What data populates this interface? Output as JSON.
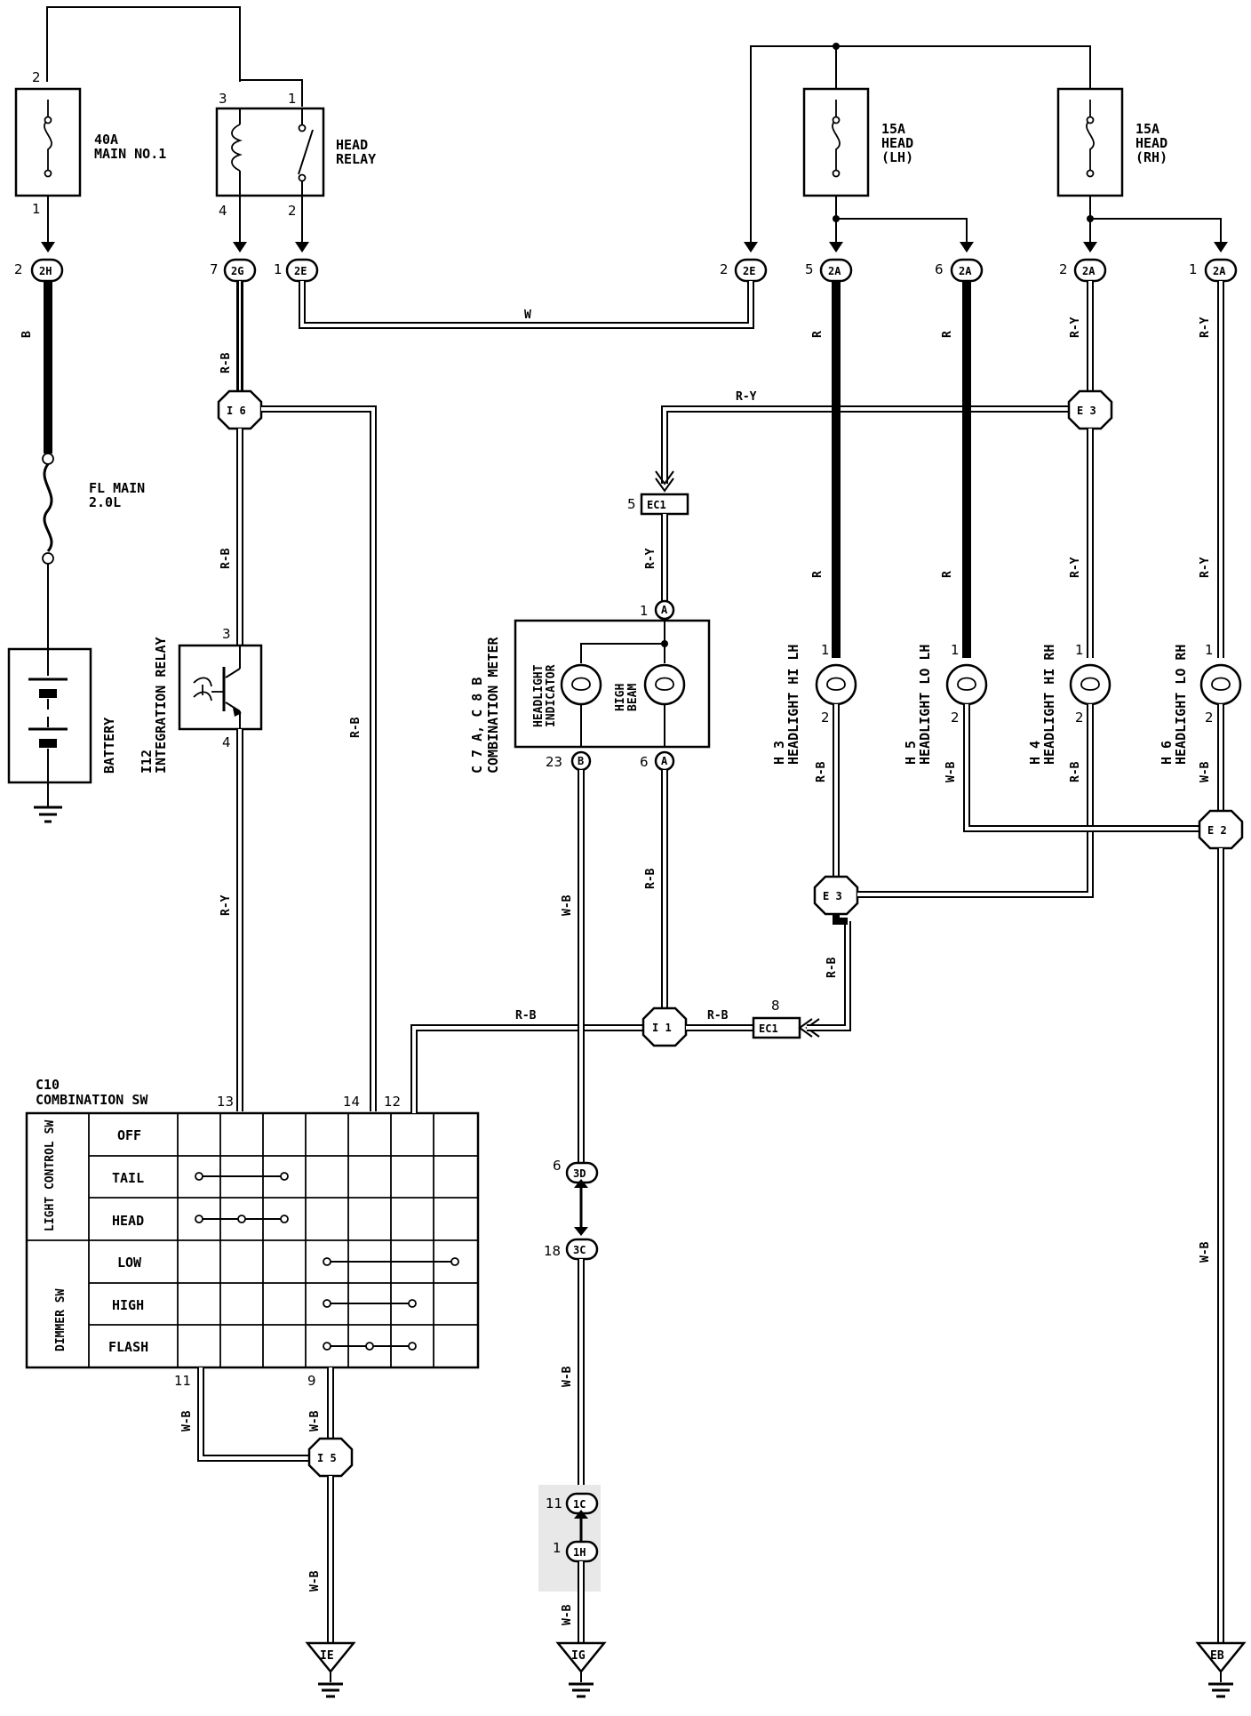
{
  "fuses": {
    "main1": {
      "rating": "40A",
      "name": "MAIN NO.1",
      "pin_top": "2",
      "pin_bottom": "1"
    },
    "head_lh": {
      "rating": "15A",
      "name": "HEAD",
      "side": "(LH)"
    },
    "head_rh": {
      "rating": "15A",
      "name": "HEAD",
      "side": "(RH)"
    }
  },
  "fusible_link": {
    "name": "FL MAIN",
    "spec": "2.0L"
  },
  "battery": {
    "label": "BATTERY"
  },
  "head_relay": {
    "line1": "HEAD",
    "line2": "RELAY",
    "pins": {
      "p3": "3",
      "p1": "1",
      "p4": "4",
      "p2": "2"
    }
  },
  "integration_relay": {
    "id": "I12",
    "name": "INTEGRATION RELAY",
    "pin_top": "3",
    "pin_bottom": "4"
  },
  "combination_meter": {
    "id": "C 7",
    "connA": "A",
    "connB": "B",
    "id2": "C 8",
    "sep": ",",
    "name": "COMBINATION METER",
    "indicator_l1": "HEADLIGHT",
    "indicator_l2": "INDICATOR",
    "beam_l1": "HIGH",
    "beam_l2": "BEAM",
    "pin_top": "1",
    "pin_b": "23",
    "pin_a": "6"
  },
  "connectors": {
    "c2H": {
      "pin": "2",
      "code": "2H"
    },
    "c2G": {
      "pin": "7",
      "code": "2G"
    },
    "c2E_left": {
      "pin": "1",
      "code": "2E"
    },
    "c2E_right": {
      "pin": "2",
      "code": "2E"
    },
    "c2A_5": {
      "pin": "5",
      "code": "2A"
    },
    "c2A_6": {
      "pin": "6",
      "code": "2A"
    },
    "c2A_2": {
      "pin": "2",
      "code": "2A"
    },
    "c2A_1": {
      "pin": "1",
      "code": "2A"
    },
    "ec1_top": {
      "pin": "5",
      "code": "EC1"
    },
    "ec1_bot": {
      "pin": "8",
      "code": "EC1"
    },
    "c3D": {
      "pin": "6",
      "code": "3D"
    },
    "c3C": {
      "pin": "18",
      "code": "3C"
    },
    "c1C": {
      "pin": "11",
      "code": "1C"
    },
    "c1H": {
      "pin": "1",
      "code": "1H"
    },
    "meterA": "A",
    "meterB": "B"
  },
  "junctions": {
    "i6": "I 6",
    "e3_top": "E 3",
    "e3_mid": "E 3",
    "e2": "E 2",
    "i1": "I 1",
    "i5": "I 5"
  },
  "wire_colors": {
    "b": "B",
    "rb": "R-B",
    "w": "W",
    "r": "R",
    "ry": "R-Y",
    "wb": "W-B"
  },
  "headlights": [
    {
      "id": "H 3",
      "name": "HEADLIGHT HI LH",
      "p1": "1",
      "p2": "2"
    },
    {
      "id": "H 5",
      "name": "HEADLIGHT LO LH",
      "p1": "1",
      "p2": "2"
    },
    {
      "id": "H 4",
      "name": "HEADLIGHT HI RH",
      "p1": "1",
      "p2": "2"
    },
    {
      "id": "H 6",
      "name": "HEADLIGHT LO RH",
      "p1": "1",
      "p2": "2"
    }
  ],
  "combination_sw": {
    "id": "C10",
    "name": "COMBINATION SW",
    "pins": {
      "p13": "13",
      "p14": "14",
      "p12": "12",
      "p11": "11",
      "p9": "9"
    },
    "group1": "LIGHT CONTROL SW",
    "group2": "DIMMER SW",
    "rows": [
      "OFF",
      "TAIL",
      "HEAD",
      "LOW",
      "HIGH",
      "FLASH"
    ]
  },
  "grounds": {
    "ie": "IE",
    "ig": "IG",
    "eb": "EB"
  }
}
